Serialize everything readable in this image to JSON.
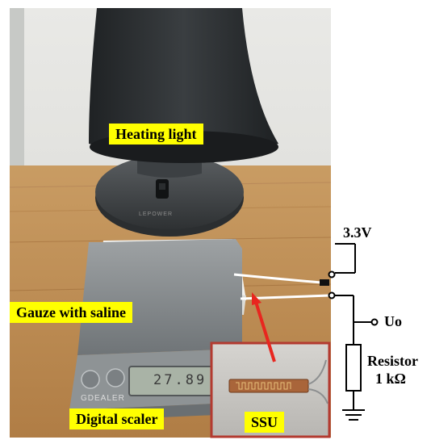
{
  "labels": {
    "heating_light": "Heating light",
    "gauze": "Gauze with saline",
    "digital_scaler": "Digital scaler",
    "ssu": "SSU"
  },
  "schematic": {
    "voltage": "3.3V",
    "output": "Uo",
    "resistor_name": "Resistor",
    "resistor_value": "1 kΩ"
  },
  "scale": {
    "brand": "GDEALER",
    "reading": "27.89"
  },
  "lamp": {
    "brand": "LEPOWER"
  },
  "colors": {
    "label_bg": "#ffff00",
    "arrow": "#e8261f",
    "inset_border": "#b33a30",
    "lamp": "#2c2f31",
    "table": "#c0915a"
  }
}
